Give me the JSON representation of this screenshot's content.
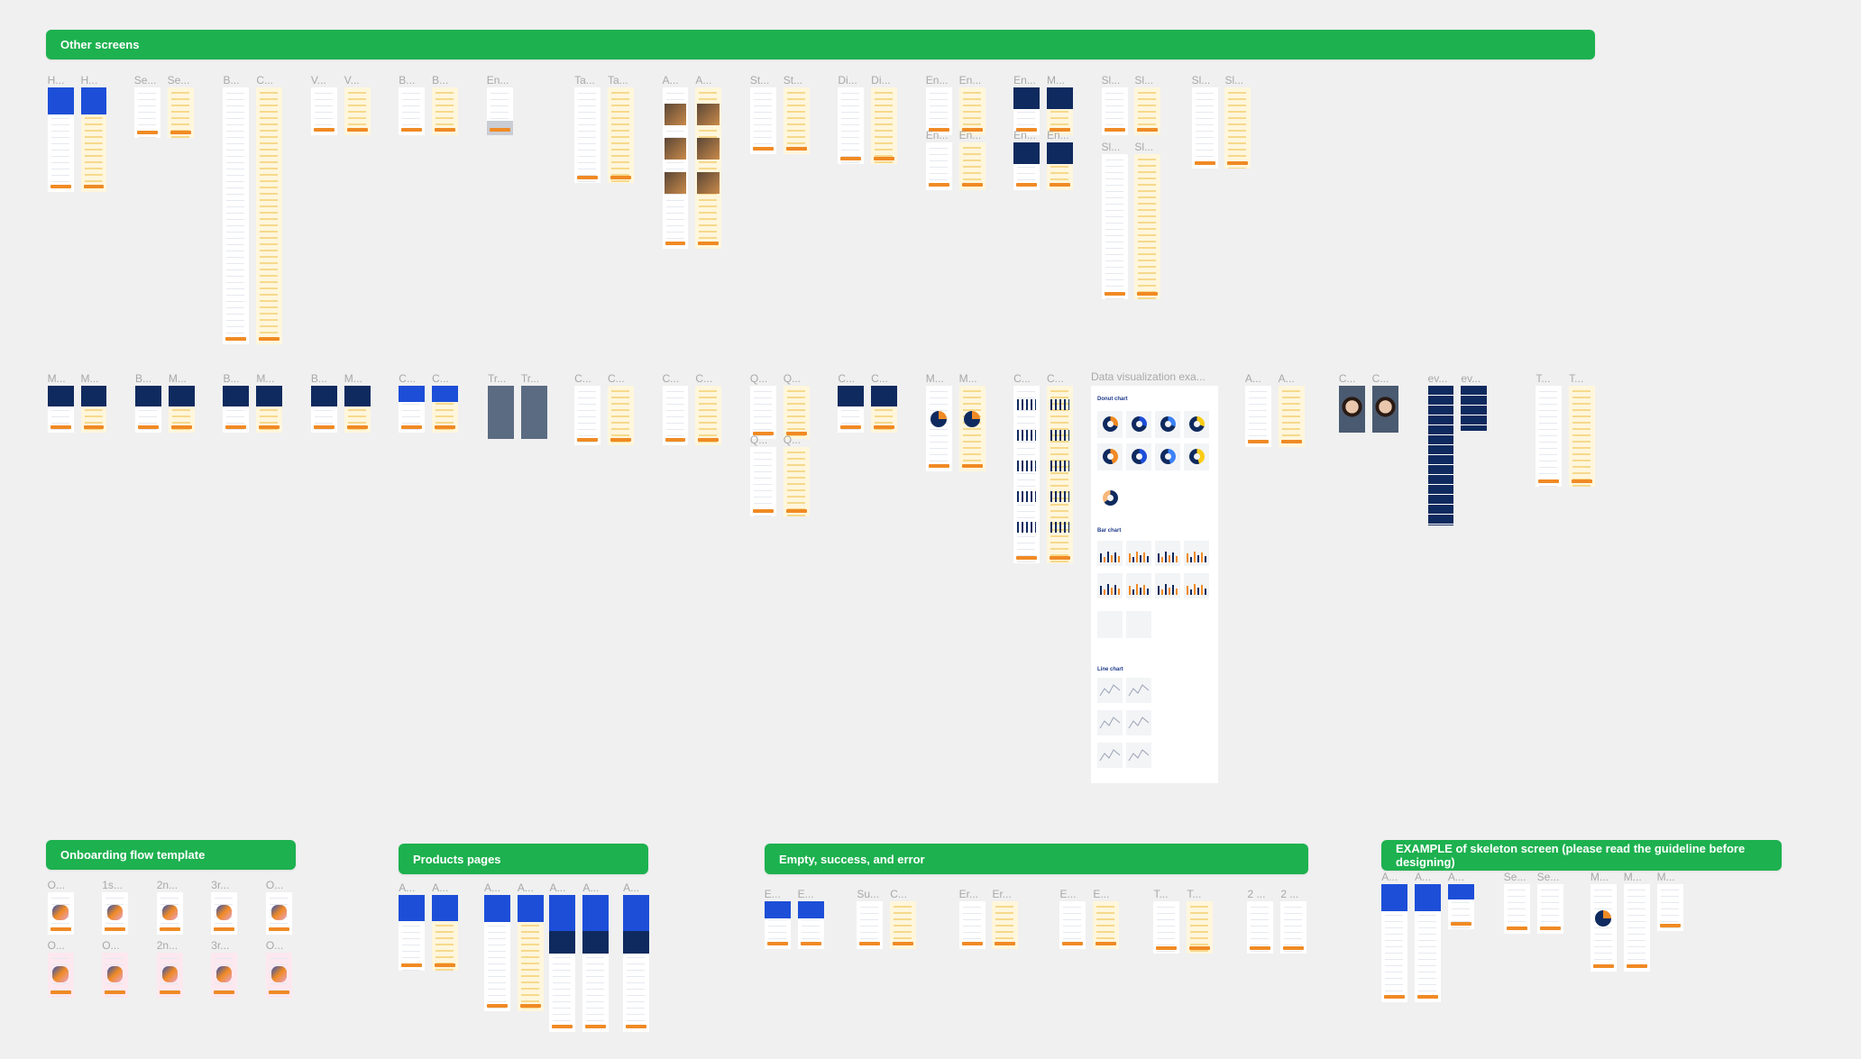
{
  "canvas": {
    "accent_green": "#1db14f",
    "brand_blue": "#1d4ed8",
    "navy": "#0f2a5e",
    "cta_orange": "#f08a24"
  },
  "sections": {
    "other_screens": {
      "title": "Other screens",
      "frames": [
        "H...",
        "H...",
        "Se...",
        "Se...",
        "B...",
        "C...",
        "V...",
        "V...",
        "B...",
        "B...",
        "En...",
        "Ta...",
        "Ta...",
        "A...",
        "A...",
        "St...",
        "St...",
        "Di...",
        "Di...",
        "En...",
        "En...",
        "En...",
        "En...",
        "En...",
        "M...",
        "En...",
        "En...",
        "Sl...",
        "Sl...",
        "Sl...",
        "Sl...",
        "Sl...",
        "Sl...",
        "M...",
        "M...",
        "B...",
        "M...",
        "B...",
        "M...",
        "B...",
        "M...",
        "C...",
        "C...",
        "Tr...",
        "Tr...",
        "C...",
        "C...",
        "C...",
        "C...",
        "Q...",
        "Q...",
        "Q...",
        "Q...",
        "C...",
        "C...",
        "M...",
        "M...",
        "C...",
        "C...",
        "A...",
        "A...",
        "C...",
        "C...",
        "ev...",
        "ev...",
        "T...",
        "T..."
      ]
    },
    "data_viz": {
      "title": "Data visualization exa...",
      "headings": [
        "Donut chart",
        "Bar chart",
        "Line chart"
      ]
    },
    "onboarding": {
      "title": "Onboarding flow template",
      "frames": [
        "O...",
        "1s...",
        "2n...",
        "3r...",
        "O...",
        "O...",
        "O...",
        "2n...",
        "3r...",
        "O..."
      ]
    },
    "products": {
      "title": "Products pages",
      "frames": [
        "A...",
        "A...",
        "A...",
        "A...",
        "A...",
        "A...",
        "A..."
      ]
    },
    "empty": {
      "title": "Empty, success, and error",
      "frames": [
        "E...",
        "E...",
        "Su...",
        "C...",
        "Er...",
        "Er...",
        "E...",
        "E...",
        "T...",
        "T...",
        "2 ...",
        "2 ..."
      ]
    },
    "skeleton": {
      "title": "EXAMPLE of skeleton screen (please read the guideline before designing)",
      "frames": [
        "A...",
        "A...",
        "A...",
        "Se...",
        "Se...",
        "M...",
        "M...",
        "M..."
      ]
    }
  }
}
